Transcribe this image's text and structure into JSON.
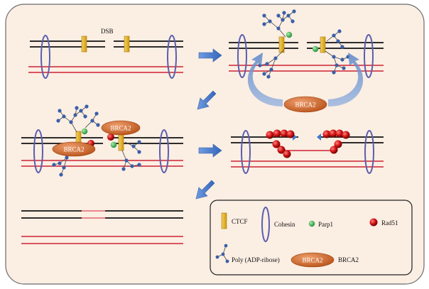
{
  "labels": {
    "dsb": "DSB",
    "brca2_repair": "BRCA2",
    "brca2_bound_left": "BRCA2",
    "brca2_bound_right": "BRCA2"
  },
  "legend": {
    "ctcf": "CTCF",
    "cohesin": "Cohesin",
    "parp1": "Parp1",
    "rad51": "Rad51",
    "par": "Poly (ADP-ribose)",
    "brca2_oval": "BRCA2",
    "brca2": "BRCA2"
  },
  "colors": {
    "panel_bg": "#fbeee3",
    "black_strand": "#111111",
    "red_strand": "#cc2233",
    "ctcf": "#e8b820",
    "cohesin": "#5a5fb0",
    "parp1": "#2aa64a",
    "rad51": "#cc1111",
    "brca2": "#d05f20",
    "arrow": "#4477cc",
    "par_node": "#3a5fa8"
  }
}
